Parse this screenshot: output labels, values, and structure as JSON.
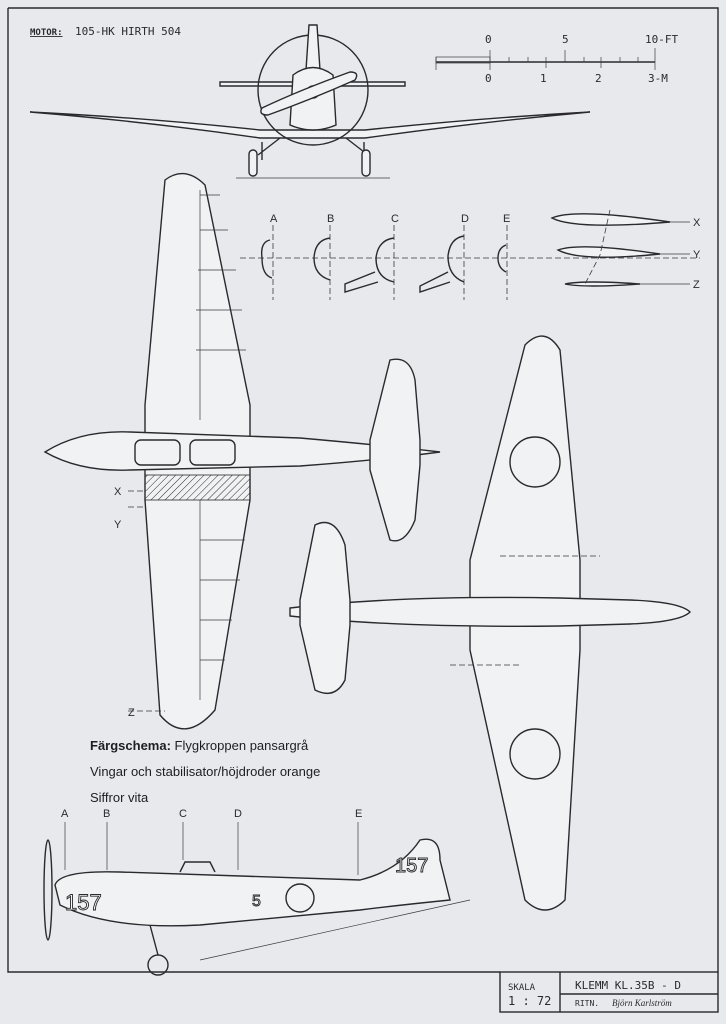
{
  "motor": {
    "label": "MOTOR:",
    "value": "105-HK HIRTH 504"
  },
  "scale_bar": {
    "feet_ticks": [
      "0",
      "5",
      "10-FT"
    ],
    "meter_ticks": [
      "0",
      "1",
      "2",
      "3-M"
    ]
  },
  "section_labels": [
    "A",
    "B",
    "C",
    "D",
    "E"
  ],
  "profile_labels": [
    "X",
    "Y",
    "Z"
  ],
  "plan_labels": {
    "x": "X",
    "y": "Y",
    "z": "Z"
  },
  "markings": {
    "fuselage_number": "157",
    "tail_number": "157",
    "wing_number": "5"
  },
  "color_scheme": {
    "title": "Färgschema:",
    "line1": "Flygkroppen pansargrå",
    "line2": "Vingar och stabilisator/höjdroder orange",
    "line3": "Siffror vita"
  },
  "side_view_stations": [
    "A",
    "B",
    "C",
    "D",
    "E"
  ],
  "title_block": {
    "scale_label": "SKALA",
    "scale_value": "1 : 72",
    "aircraft": "KLEMM KL.35B - D",
    "drawn_by_label": "RITN.",
    "drawn_by_signature": "Björn Karlström"
  }
}
